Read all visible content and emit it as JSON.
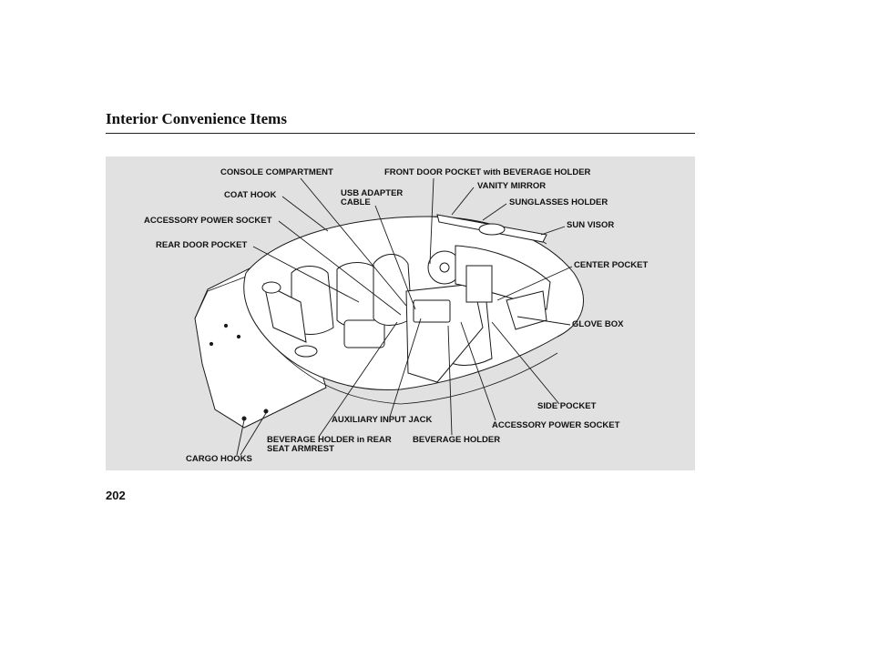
{
  "page": {
    "title": "Interior Convenience Items",
    "page_number": "202"
  },
  "labels": {
    "console_compartment": "CONSOLE COMPARTMENT",
    "front_door_pocket": "FRONT DOOR POCKET with BEVERAGE HOLDER",
    "coat_hook": "COAT HOOK",
    "usb_adapter_cable_1": "USB ADAPTER",
    "usb_adapter_cable_2": "CABLE",
    "vanity_mirror": "VANITY MIRROR",
    "sunglasses_holder": "SUNGLASSES HOLDER",
    "accessory_power_socket_rear": "ACCESSORY POWER SOCKET",
    "sun_visor": "SUN VISOR",
    "rear_door_pocket": "REAR DOOR POCKET",
    "center_pocket": "CENTER POCKET",
    "glove_box": "GLOVE BOX",
    "side_pocket": "SIDE POCKET",
    "auxiliary_input_jack": "AUXILIARY INPUT JACK",
    "accessory_power_socket_front": "ACCESSORY POWER SOCKET",
    "beverage_holder_rear_1": "BEVERAGE HOLDER in REAR",
    "beverage_holder_rear_2": "SEAT ARMREST",
    "beverage_holder": "BEVERAGE HOLDER",
    "cargo_hooks": "CARGO HOOKS"
  },
  "colors": {
    "panel_background": "#e1e1e1",
    "line": "#1a1a1a"
  }
}
